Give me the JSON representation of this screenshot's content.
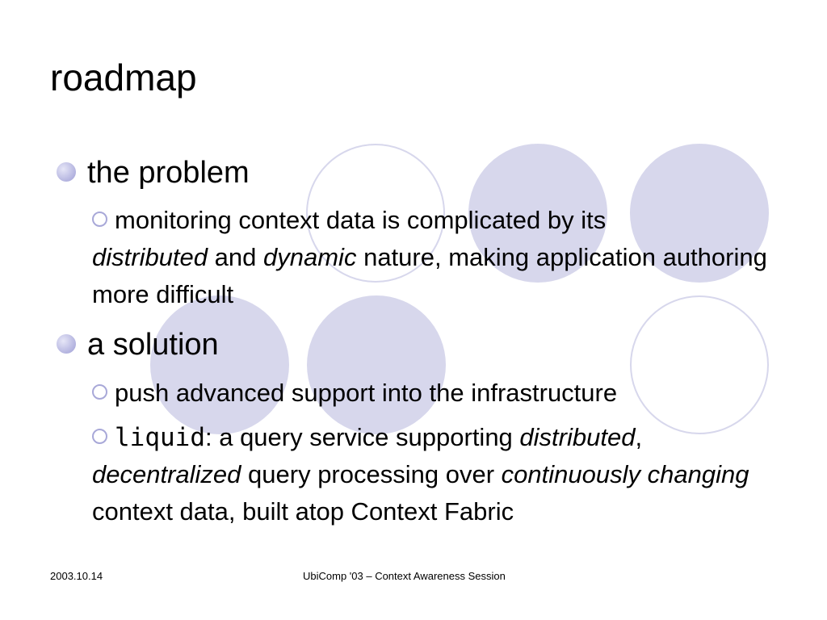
{
  "slide": {
    "title": "roadmap",
    "bullets": [
      {
        "text": "the problem",
        "sub": [
          {
            "parts": {
              "a": "monitoring context data is complicated by its",
              "b": "distributed",
              "c": "and",
              "d": "dynamic",
              "e": "nature, making application authoring more difficult"
            }
          }
        ]
      },
      {
        "text": "a solution",
        "sub": [
          {
            "text": "push advanced support into the infrastructure"
          },
          {
            "parts": {
              "a": "liquid",
              "b": ": a query service supporting",
              "c": "distributed",
              "d": ",",
              "e": "decentralized",
              "f": "query processing over",
              "g": "continuously changing",
              "h": "context data, built atop Context Fabric"
            }
          }
        ]
      }
    ]
  },
  "footer": {
    "date": "2003.10.14",
    "session": "UbiComp '03 – Context Awareness Session"
  },
  "colors": {
    "circle": "#d7d7ec",
    "bullet": "#b3b3df"
  }
}
